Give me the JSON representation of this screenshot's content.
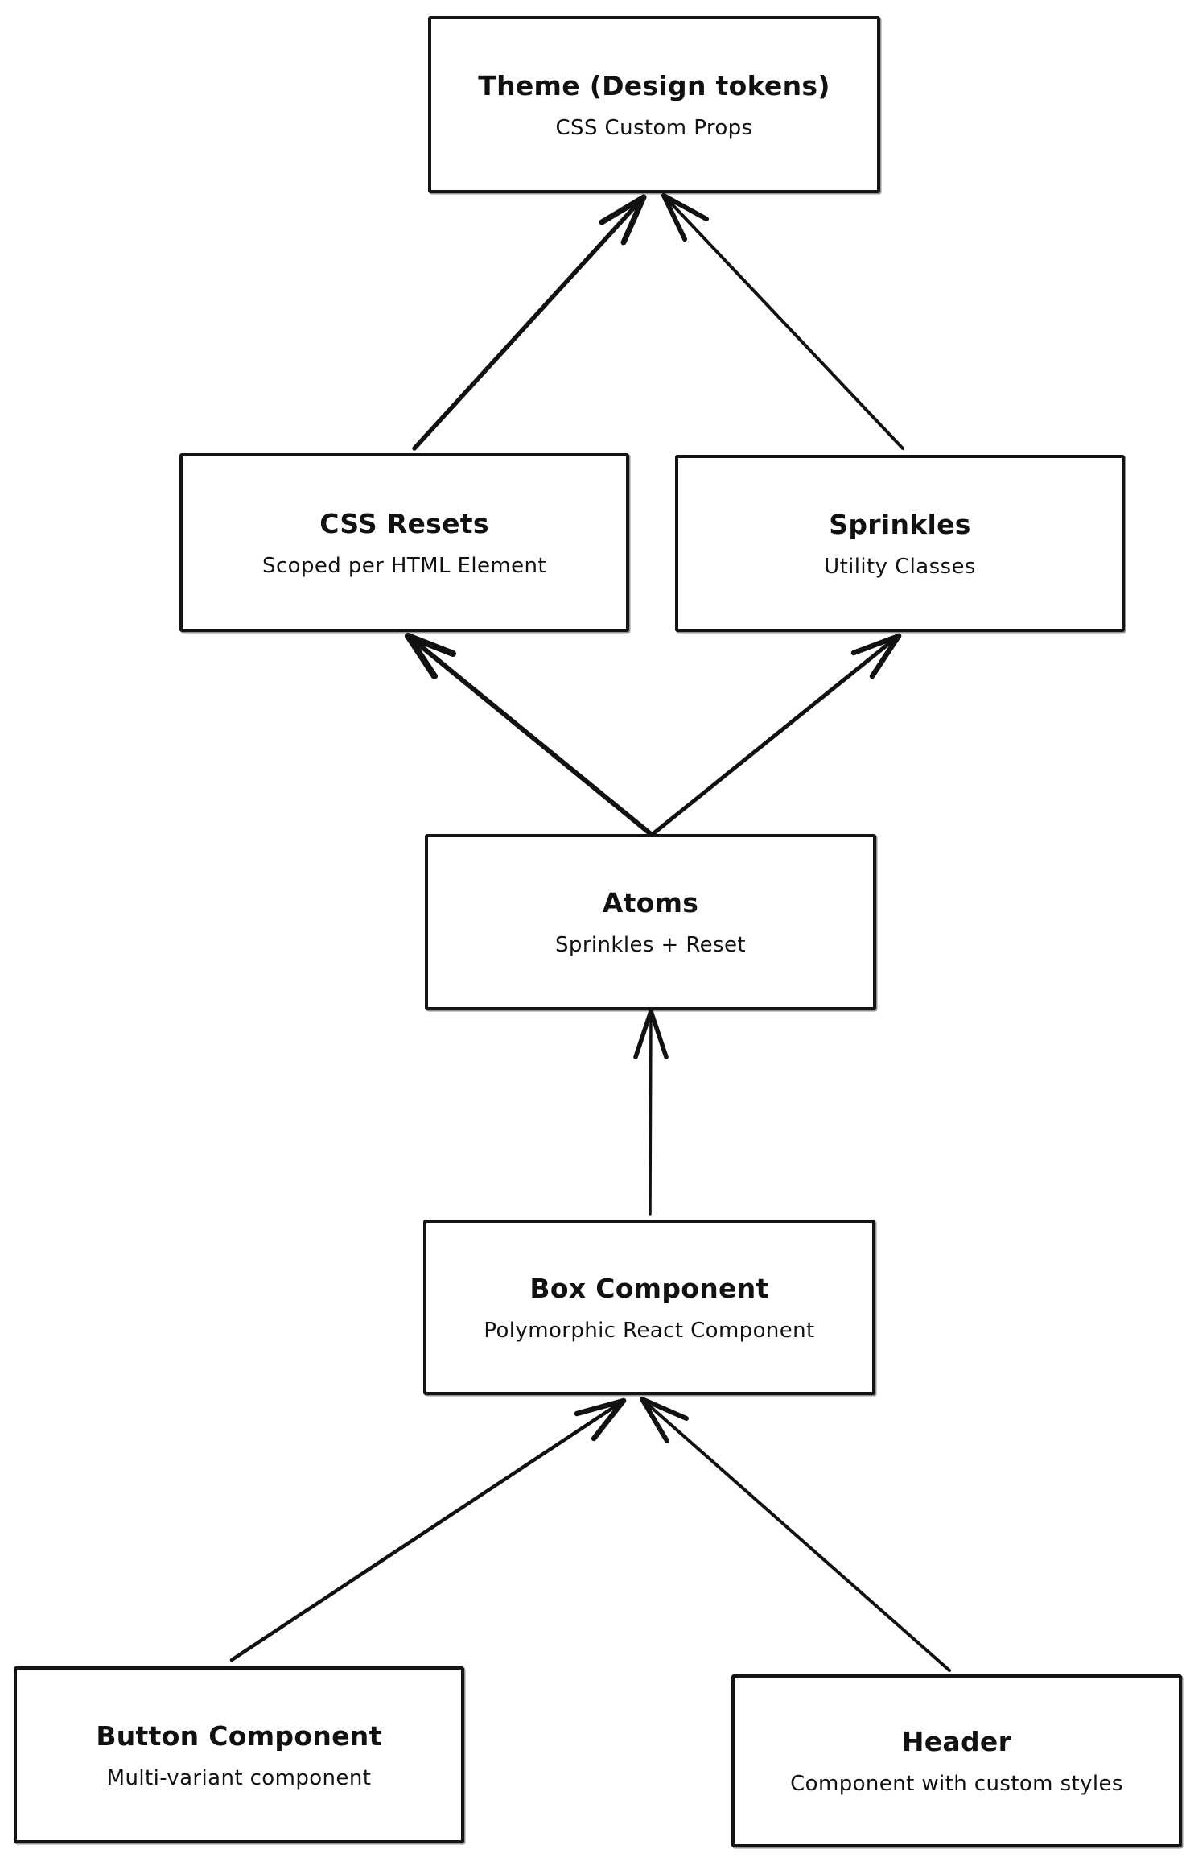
{
  "diagram": {
    "colors": {
      "stroke": "#111111",
      "background": "#ffffff"
    },
    "boxes": {
      "theme": {
        "title": "Theme (Design tokens)",
        "subtitle": "CSS Custom Props"
      },
      "css_resets": {
        "title": "CSS Resets",
        "subtitle": "Scoped per HTML Element"
      },
      "sprinkles": {
        "title": "Sprinkles",
        "subtitle": "Utility Classes"
      },
      "atoms": {
        "title": "Atoms",
        "subtitle": "Sprinkles + Reset"
      },
      "box_component": {
        "title": "Box Component",
        "subtitle": "Polymorphic React Component"
      },
      "button_component": {
        "title": "Button Component",
        "subtitle": "Multi-variant component"
      },
      "header": {
        "title": "Header",
        "subtitle": "Component with custom styles"
      }
    },
    "edges": [
      {
        "from": "css_resets",
        "to": "theme"
      },
      {
        "from": "sprinkles",
        "to": "theme"
      },
      {
        "from": "atoms",
        "to": "css_resets"
      },
      {
        "from": "atoms",
        "to": "sprinkles"
      },
      {
        "from": "box_component",
        "to": "atoms"
      },
      {
        "from": "button_component",
        "to": "box_component"
      },
      {
        "from": "header",
        "to": "box_component"
      }
    ]
  }
}
